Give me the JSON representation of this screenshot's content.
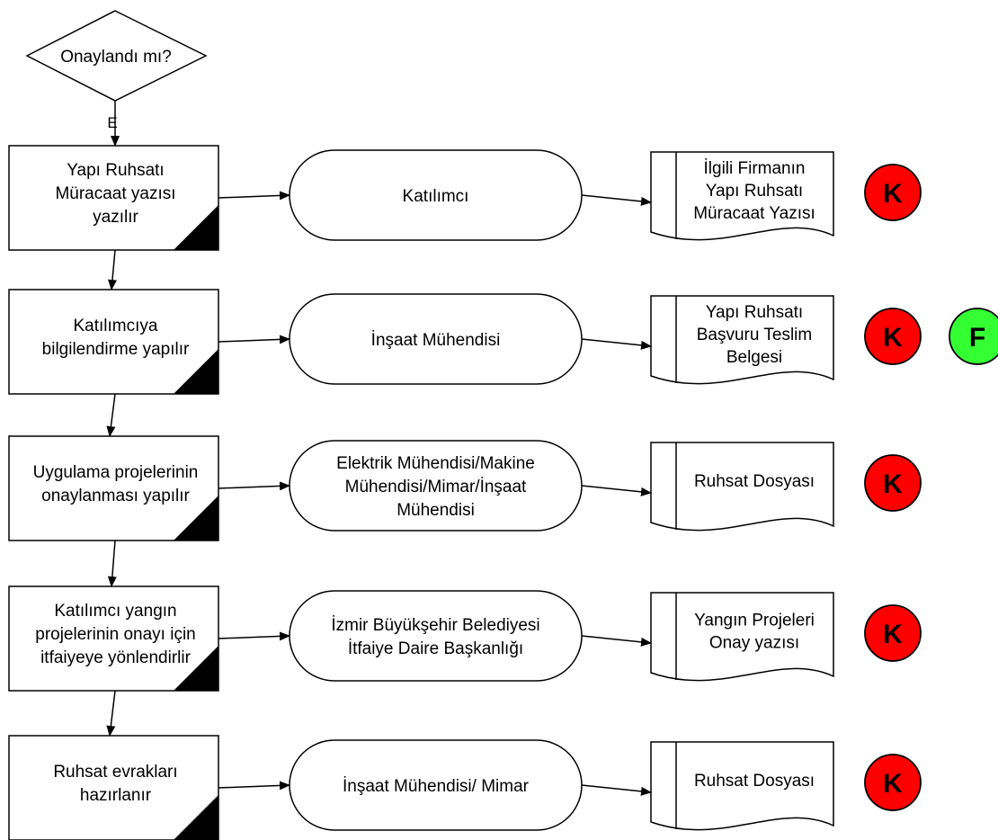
{
  "decision": {
    "label": "Onaylandı mı?",
    "yes_label": "E"
  },
  "rows": [
    {
      "process": [
        "Yapı Ruhsatı",
        "Müracaat yazısı",
        "yazılır"
      ],
      "actor": [
        "Katılımcı"
      ],
      "document": [
        "İlgili Firmanın",
        "Yapı Ruhsatı",
        "Müracaat Yazısı"
      ],
      "markers": [
        {
          "label": "K",
          "color": "#ff0000"
        }
      ]
    },
    {
      "process": [
        "Katılımcıya",
        "bilgilendirme yapılır"
      ],
      "actor": [
        "İnşaat Mühendisi"
      ],
      "document": [
        "Yapı Ruhsatı",
        "Başvuru Teslim",
        "Belgesi"
      ],
      "markers": [
        {
          "label": "K",
          "color": "#ff0000"
        },
        {
          "label": "F",
          "color": "#33ff33"
        }
      ]
    },
    {
      "process": [
        "Uygulama projelerinin",
        "onaylanması yapılır"
      ],
      "actor": [
        "Elektrik Mühendisi/Makine",
        "Mühendisi/Mimar/İnşaat",
        "Mühendisi"
      ],
      "document": [
        "Ruhsat Dosyası"
      ],
      "markers": [
        {
          "label": "K",
          "color": "#ff0000"
        }
      ]
    },
    {
      "process": [
        "Katılımcı yangın",
        "projelerinin onayı için",
        "itfaiyeye yönlendirlir"
      ],
      "actor": [
        "İzmir Büyükşehir Belediyesi",
        "İtfaiye Daire Başkanlığı"
      ],
      "document": [
        "Yangın Projeleri",
        "Onay yazısı"
      ],
      "markers": [
        {
          "label": "K",
          "color": "#ff0000"
        }
      ]
    },
    {
      "process": [
        "Ruhsat evrakları",
        "hazırlanır"
      ],
      "actor": [
        "İnşaat Mühendisi/ Mimar"
      ],
      "document": [
        "Ruhsat Dosyası"
      ],
      "markers": [
        {
          "label": "K",
          "color": "#ff0000"
        }
      ]
    }
  ]
}
